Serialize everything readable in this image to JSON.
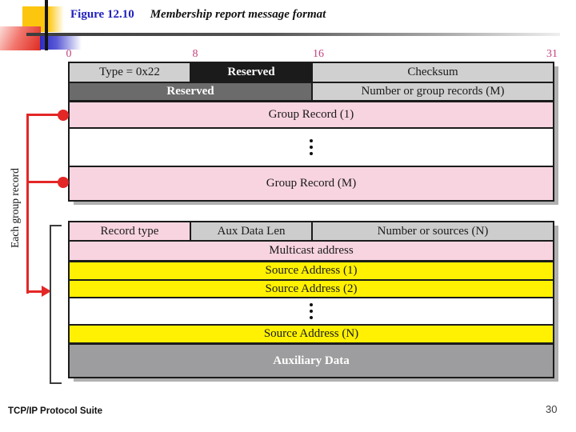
{
  "header": {
    "figure_label": "Figure 12.10",
    "figure_title": "Membership report message format"
  },
  "footer": {
    "left": "TCP/IP Protocol Suite",
    "page_number": "30"
  },
  "diagram": {
    "bit_scale": {
      "labels": [
        "0",
        "8",
        "16",
        "31"
      ]
    },
    "side_label": "Each group record",
    "message_table": {
      "row1": {
        "type": "Type = 0x22",
        "reserved": "Reserved",
        "checksum": "Checksum"
      },
      "row2": {
        "reserved": "Reserved",
        "num_group_records": "Number or group records (M)"
      },
      "group_record_1": "Group Record (1)",
      "group_record_m": "Group Record (M)"
    },
    "group_record_table": {
      "row1": {
        "record_type": "Record type",
        "aux_data_len": "Aux Data Len",
        "num_sources": "Number or sources (N)"
      },
      "multicast_address": "Multicast address",
      "source_address_1": "Source Address (1)",
      "source_address_2": "Source Address (2)",
      "source_address_n": "Source Address (N)",
      "auxiliary_data": "Auxiliary Data"
    }
  },
  "colors": {
    "pink_field": "#f8d4e0",
    "yellow_field": "#fff101",
    "light_gray_field": "#d0d0d0",
    "mid_gray_field": "#6b6b6b",
    "black_field": "#1b1b1b",
    "aux_gray_field": "#9d9d9f",
    "red_connector": "#e32726",
    "bit_label_pink": "#c4427e",
    "figure_label_blue": "#2222be"
  },
  "icons": {
    "ellipsis_dots": "vertical three-dot ellipsis",
    "connector_dot": "filled red circle",
    "arrow_right": "red right-pointing arrowhead"
  }
}
